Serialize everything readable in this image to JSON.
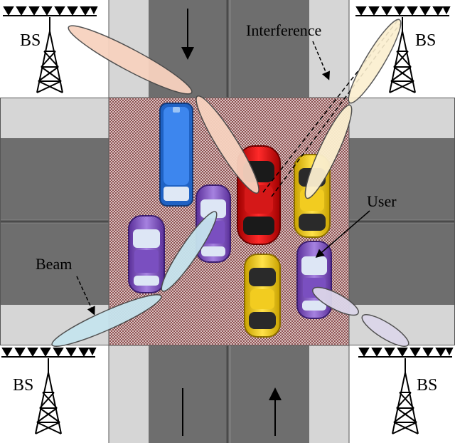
{
  "labels": {
    "bs": "BS",
    "interference": "Interference",
    "user": "User",
    "beam": "Beam"
  },
  "colors": {
    "road": "#7b7b7b",
    "road_dark": "#626262",
    "sidewalk": "#d6d6d6",
    "intersection": "#c9a9a9",
    "intersection_check": "#8e5252",
    "beam_orange": "#f7d2bf",
    "beam_cream": "#fbefcf",
    "beam_blue": "#c6e4ee",
    "beam_lavender": "#dcd6ea",
    "car_blue": "#2e78e0",
    "car_purple": "#8a5ac8",
    "car_red": "#d81a1a",
    "car_yellow": "#ecc81e"
  },
  "icons": [
    "base-station-tower-icon",
    "antenna-array-icon",
    "car-icon",
    "bus-icon",
    "arrow-icon"
  ]
}
